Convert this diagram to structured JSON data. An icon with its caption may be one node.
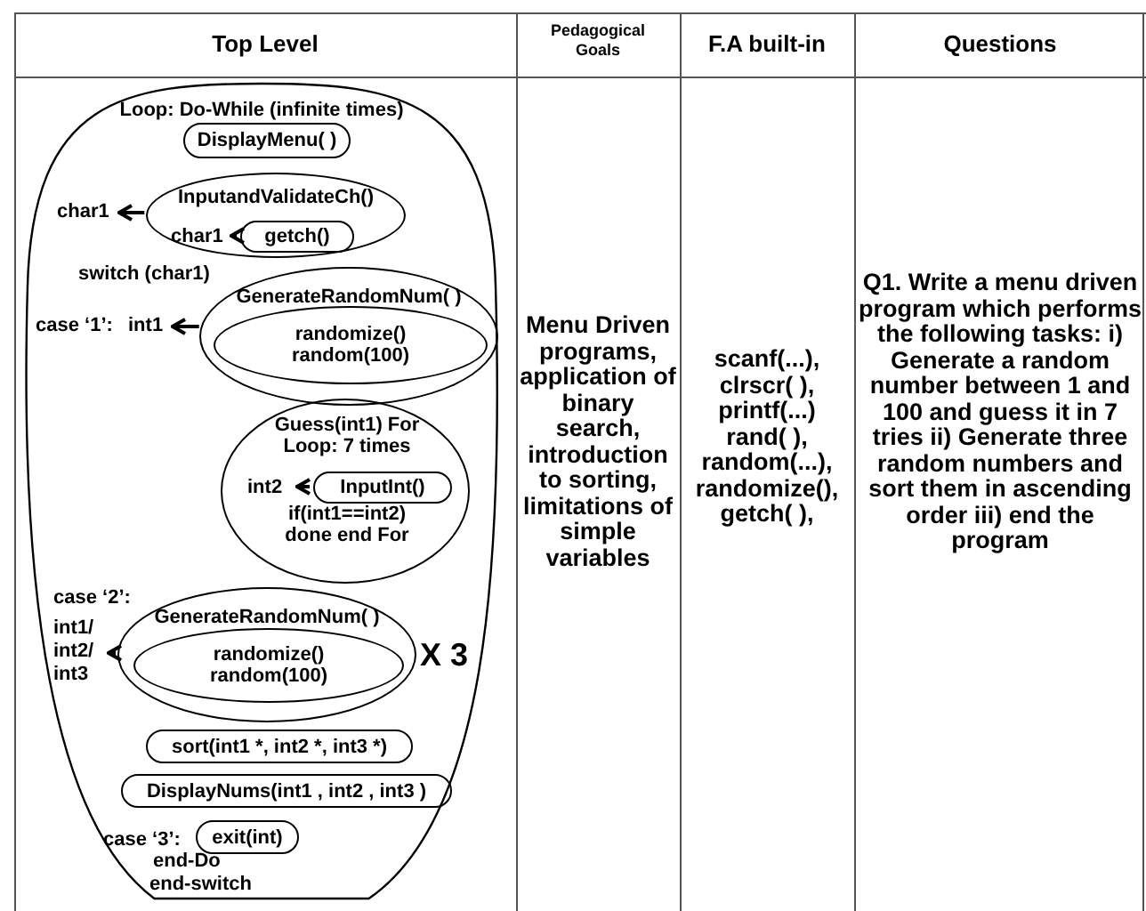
{
  "diagram": {
    "nodes": [
      {
        "text": [
          "Loop: Do-While (infinite times)"
        ]
      },
      {
        "text": [
          "DisplayMenu( )"
        ],
        "in": 0
      },
      {
        "text": [
          "InputandValidateCh()"
        ],
        "in": 0
      },
      {
        "text": [
          "getch()"
        ],
        "in": 2
      },
      {
        "text": [
          "char1"
        ],
        "in": 2
      },
      {
        "text": [
          "char1"
        ],
        "in": 0
      },
      {
        "text": [
          "GenerateRandomNum( )"
        ],
        "in": 0
      },
      {
        "text": [
          "randomize() random(100)"
        ],
        "in": 6
      },
      {
        "text": [
          "int1"
        ],
        "in": 0
      },
      {
        "text": [
          "Guess(int1) For Loop: 7 times",
          "if(int1==int2) done end For"
        ],
        "in": 0
      },
      {
        "text": [
          "InputInt()"
        ],
        "in": 9
      },
      {
        "text": [
          "int2"
        ],
        "in": 9
      },
      {
        "text": [
          "GenerateRandomNum( )"
        ],
        "in": 0,
        "beside": [
          "X 3"
        ]
      },
      {
        "text": [
          "randomize() random(100)"
        ],
        "in": 12
      },
      {
        "text": [
          "int1/ int2/ int3"
        ],
        "in": 0
      },
      {
        "text": [
          "sort(int1 *, int2 *, int3 *)"
        ],
        "in": 0
      },
      {
        "text": [
          "DisplayNums(int1 , int2 , int3 )"
        ],
        "in": 0
      },
      {
        "text": [
          "exit(int)"
        ],
        "in": 0
      }
    ],
    "edges": [
      {
        "from": 3,
        "to": 4,
        "arrow": "to"
      },
      {
        "from": 2,
        "to": 5,
        "arrow": "to"
      },
      {
        "from": 6,
        "to": 8,
        "arrow": "to"
      },
      {
        "from": 10,
        "to": 11,
        "arrow": "to"
      },
      {
        "from": 12,
        "to": 14,
        "arrow": "to"
      }
    ],
    "labels": [
      "Top Level",
      "Pedagogical Goals",
      "F.A built-in",
      "Questions",
      "switch (char1)",
      "case ‘1’:",
      "case ‘2’:",
      "case ‘3’:",
      "end-Do",
      "end-switch",
      "Menu Driven programs, application of binary search, introduction to sorting, limitations of simple variables",
      "scanf(...), clrscr( ), printf(...) rand( ), random(...), randomize(), getch( ),",
      "Q1. Write a menu driven program which performs the following tasks: i) Generate a random number between 1 and 100 and guess it in 7 tries ii) Generate three random numbers and sort them in ascending order iii) end the program"
    ]
  }
}
